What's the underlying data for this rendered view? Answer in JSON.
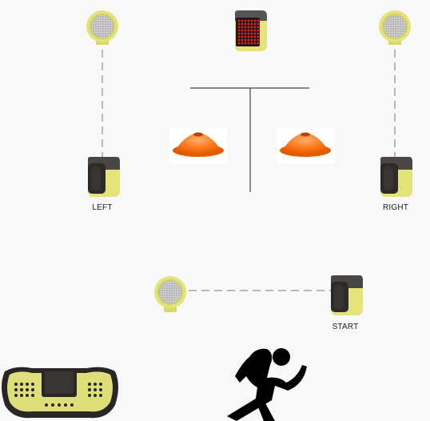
{
  "labels": {
    "left": "LEFT",
    "right": "RIGHT",
    "start": "START"
  },
  "icons": [
    "reflex-light-icon",
    "matrix-display-icon",
    "timing-gate-icon",
    "cone-icon",
    "runner-icon",
    "controller-icon"
  ],
  "colors": {
    "background": "#f8f8f8",
    "device_yellow": "#e3e37a",
    "device_yellow_dark": "#c9c95c",
    "device_dark": "#2e2a2a",
    "cone_orange": "#ff7a1a",
    "matrix_red": "#d8232a",
    "line": "#555555",
    "dash": "#777777"
  }
}
